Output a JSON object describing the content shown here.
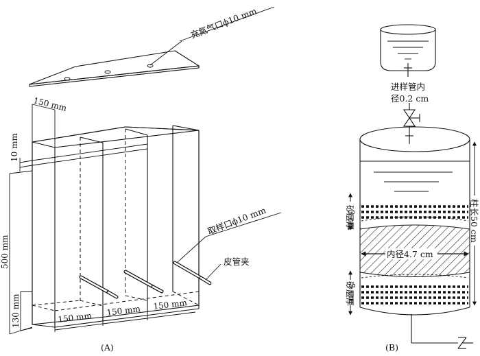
{
  "panel_a": {
    "caption": "(A)",
    "lid_label": "充氮气口ϕ10 mm",
    "sample_label": "取样口ϕ10 mm",
    "clamp_label": "皮管夹",
    "dim_width_top": "150 mm",
    "dim_thickness": "10 mm",
    "dim_height": "500 mm",
    "dim_bottom_height": "130 mm",
    "dim_bottom_1": "150 mm",
    "dim_bottom_2": "150 mm",
    "dim_bottom_3": "150 mm"
  },
  "panel_b": {
    "caption": "(B)",
    "inlet_label_1": "进样管内",
    "inlet_label_2": "径0.2 cm",
    "sand_top_1": "砂层厚",
    "sand_top_2": "3 cm",
    "sand_bottom_1": "砂层厚",
    "sand_bottom_2": "5 cm",
    "inner_diameter": "内径4.7 cm",
    "column_length": "柱长50 cm"
  }
}
